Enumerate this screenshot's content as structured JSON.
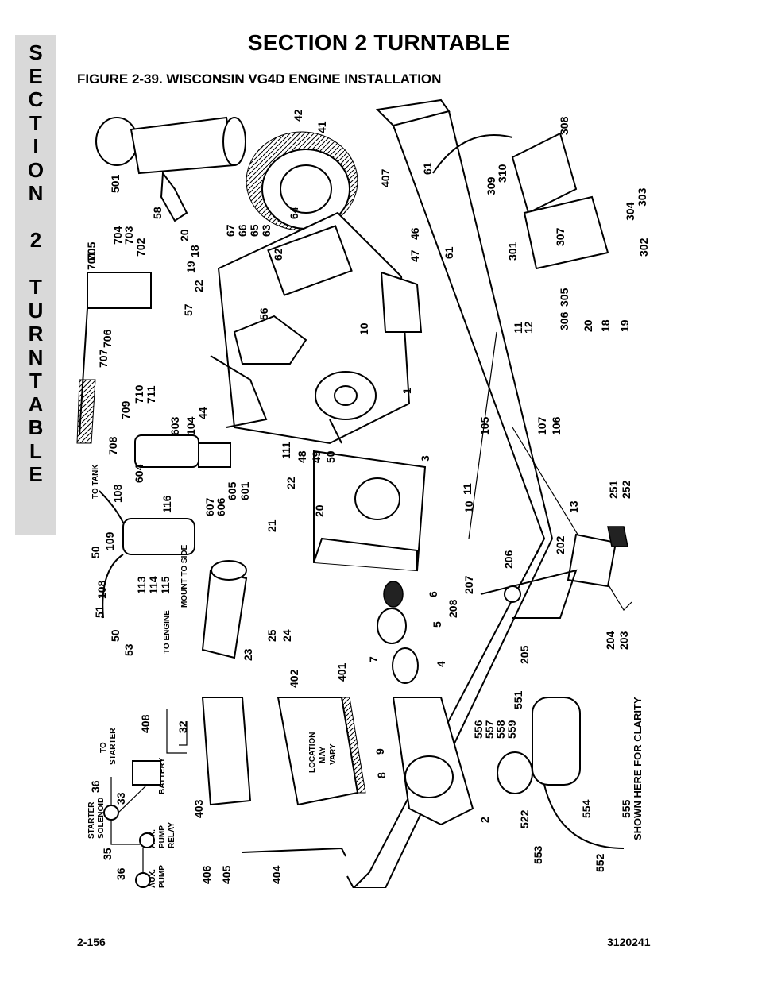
{
  "header": {
    "section_title": "SECTION 2  TURNTABLE",
    "figure_title": "FIGURE 2-39.  WISCONSIN VG4D ENGINE INSTALLATION"
  },
  "sidebar": {
    "letters": [
      "S",
      "E",
      "C",
      "T",
      "I",
      "O",
      "N",
      "",
      "2",
      "",
      "T",
      "U",
      "R",
      "N",
      "T",
      "A",
      "B",
      "L",
      "E"
    ]
  },
  "diagram": {
    "callouts": {
      "c1": "1",
      "c2": "2",
      "c3": "3",
      "c4": "4",
      "c5": "5",
      "c6": "6",
      "c7": "7",
      "c8": "8",
      "c9": "9",
      "c10a": "10",
      "c10b": "10",
      "c11a": "11",
      "c11b": "11",
      "c12": "12",
      "c13": "13",
      "c18a": "18",
      "c18b": "18",
      "c19a": "19",
      "c19b": "19",
      "c20a": "20",
      "c20b": "20",
      "c21": "21",
      "c22a": "22",
      "c22b": "22",
      "c20c": "20",
      "c23": "23",
      "c24": "24",
      "c25": "25",
      "c32": "32",
      "c33": "33",
      "c35": "35",
      "c36a": "36",
      "c36b": "36",
      "c41": "41",
      "c42": "42",
      "c44": "44",
      "c46": "46",
      "c47": "47",
      "c48": "48",
      "c49": "49",
      "c50a": "50",
      "c50b": "50",
      "c50c": "50",
      "c51": "51",
      "c53": "53",
      "c56": "56",
      "c57": "57",
      "c58": "58",
      "c61a": "61",
      "c61b": "61",
      "c62": "62",
      "c63": "63",
      "c64": "64",
      "c65": "65",
      "c66": "66",
      "c67": "67",
      "c104": "104",
      "c105": "105",
      "c106": "106",
      "c107": "107",
      "c108a": "108",
      "c108b": "108",
      "c109": "109",
      "c111": "111",
      "c113": "113",
      "c114": "114",
      "c115": "115",
      "c116": "116",
      "c202": "202",
      "c203": "203",
      "c204": "204",
      "c205": "205",
      "c206": "206",
      "c207": "207",
      "c208": "208",
      "c251": "251",
      "c252": "252",
      "c301": "301",
      "c302": "302",
      "c303": "303",
      "c304": "304",
      "c305": "305",
      "c306": "306",
      "c307": "307",
      "c308": "308",
      "c309": "309",
      "c310": "310",
      "c401": "401",
      "c402": "402",
      "c403": "403",
      "c404": "404",
      "c405": "405",
      "c406": "406",
      "c407": "407",
      "c408": "408",
      "c501": "501",
      "c522": "522",
      "c551": "551",
      "c552": "552",
      "c553": "553",
      "c554": "554",
      "c555": "555",
      "c556": "556",
      "c557": "557",
      "c558": "558",
      "c559": "559",
      "c601": "601",
      "c603": "603",
      "c604": "604",
      "c605": "605",
      "c606": "606",
      "c607": "607",
      "c701": "701",
      "c702": "702",
      "c703": "703",
      "c704": "704",
      "c705": "705",
      "c706": "706",
      "c707": "707",
      "c708": "708",
      "c709": "709",
      "c710": "710",
      "c711": "711"
    },
    "notes": {
      "to_tank": "TO TANK",
      "to_engine": "TO ENGINE",
      "mount_to_side": "MOUNT TO SIDE",
      "location_1": "LOCATION",
      "location_2": "MAY",
      "location_3": "VARY",
      "shown_here": "SHOWN HERE FOR CLARITY",
      "to_starter_1": "TO",
      "to_starter_2": "STARTER",
      "battery": "BATTERY",
      "starter_solenoid_1": "STARTER",
      "starter_solenoid_2": "SOLENOID",
      "aux_pump_relay_1": "AUX.",
      "aux_pump_relay_2": "PUMP",
      "aux_pump_relay_3": "RELAY",
      "aux_pump_1": "AUX.",
      "aux_pump_2": "PUMP"
    }
  },
  "footer": {
    "page_number": "2-156",
    "doc_number": "3120241"
  }
}
